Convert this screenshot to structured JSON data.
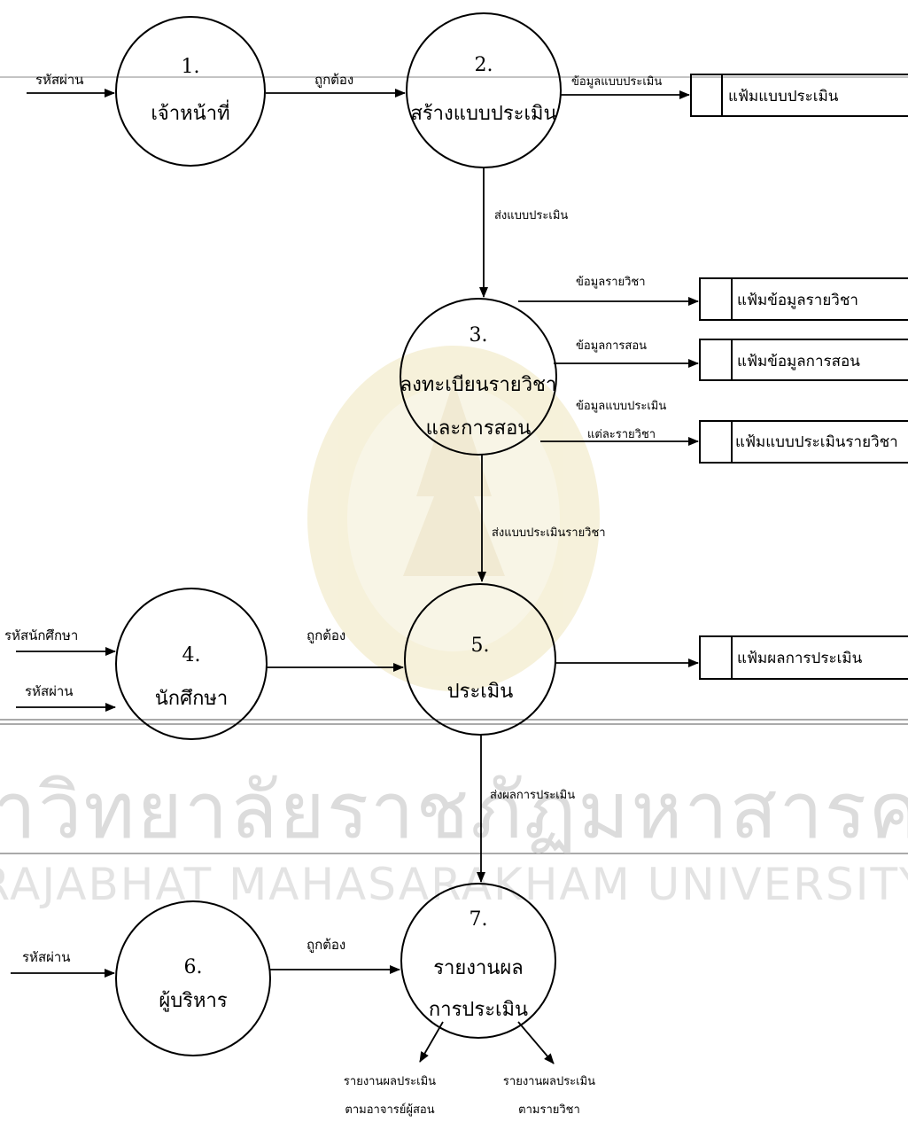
{
  "processes": [
    {
      "id": "p1",
      "number": "1.",
      "label_lines": [
        "เจ้าหน้าที่"
      ]
    },
    {
      "id": "p2",
      "number": "2.",
      "label_lines": [
        "สร้างแบบประเมิน"
      ]
    },
    {
      "id": "p3",
      "number": "3.",
      "label_lines": [
        "ลงทะเบียนรายวิชา",
        "และการสอน"
      ]
    },
    {
      "id": "p4",
      "number": "4.",
      "label_lines": [
        "นักศึกษา"
      ]
    },
    {
      "id": "p5",
      "number": "5.",
      "label_lines": [
        "ประเมิน"
      ]
    },
    {
      "id": "p6",
      "number": "6.",
      "label_lines": [
        "ผู้บริหาร"
      ]
    },
    {
      "id": "p7",
      "number": "7.",
      "label_lines": [
        "รายงานผล",
        "การประเมิน"
      ]
    }
  ],
  "data_stores": [
    {
      "id": "s1",
      "label": "แฟ้มแบบประเมิน"
    },
    {
      "id": "s2",
      "label": "แฟ้มข้อมูลรายวิชา"
    },
    {
      "id": "s3",
      "label": "แฟ้มข้อมูลการสอน"
    },
    {
      "id": "s4",
      "label": "แฟ้มแบบประเมินรายวิชา"
    },
    {
      "id": "s5",
      "label": "แฟ้มผลการประเมิน"
    }
  ],
  "external_inputs": [
    {
      "id": "in1",
      "label": "รหัสผ่าน"
    },
    {
      "id": "in2",
      "label": "รหัสนักศึกษา"
    },
    {
      "id": "in3",
      "label": "รหัสผ่าน"
    },
    {
      "id": "in4",
      "label": "รหัสผ่าน"
    }
  ],
  "flows": [
    {
      "id": "f1",
      "label": "ถูกต้อง"
    },
    {
      "id": "f2",
      "label": "ข้อมูลแบบประเมิน"
    },
    {
      "id": "f3",
      "label": "ส่งแบบประเมิน"
    },
    {
      "id": "f4",
      "label": "ข้อมูลรายวิชา"
    },
    {
      "id": "f5",
      "label": "ข้อมูลการสอน"
    },
    {
      "id": "f6",
      "label_lines": [
        "ข้อมูลแบบประเมิน",
        "แต่ละรายวิชา"
      ]
    },
    {
      "id": "f7",
      "label": "ส่งแบบประเมินรายวิชา"
    },
    {
      "id": "f8",
      "label": "ถูกต้อง"
    },
    {
      "id": "f9",
      "label": "ส่งผลการประเมิน"
    },
    {
      "id": "f10",
      "label": "ถูกต้อง"
    }
  ],
  "outputs": [
    {
      "id": "o1",
      "label_lines": [
        "รายงานผลประเมิน",
        "ตามอาจารย์ผู้สอน"
      ]
    },
    {
      "id": "o2",
      "label_lines": [
        "รายงานผลประเมิน",
        "ตามรายวิชา"
      ]
    }
  ],
  "watermark": {
    "thai": "มหาวิทยาลัยราชภัฏมหาสารคาม",
    "english": "RAJABHAT MAHASARAKHAM UNIVERSITY"
  },
  "colors": {
    "ink": "#000000",
    "watermark": "#dcdcdc",
    "emblem": "#e9dca6"
  }
}
